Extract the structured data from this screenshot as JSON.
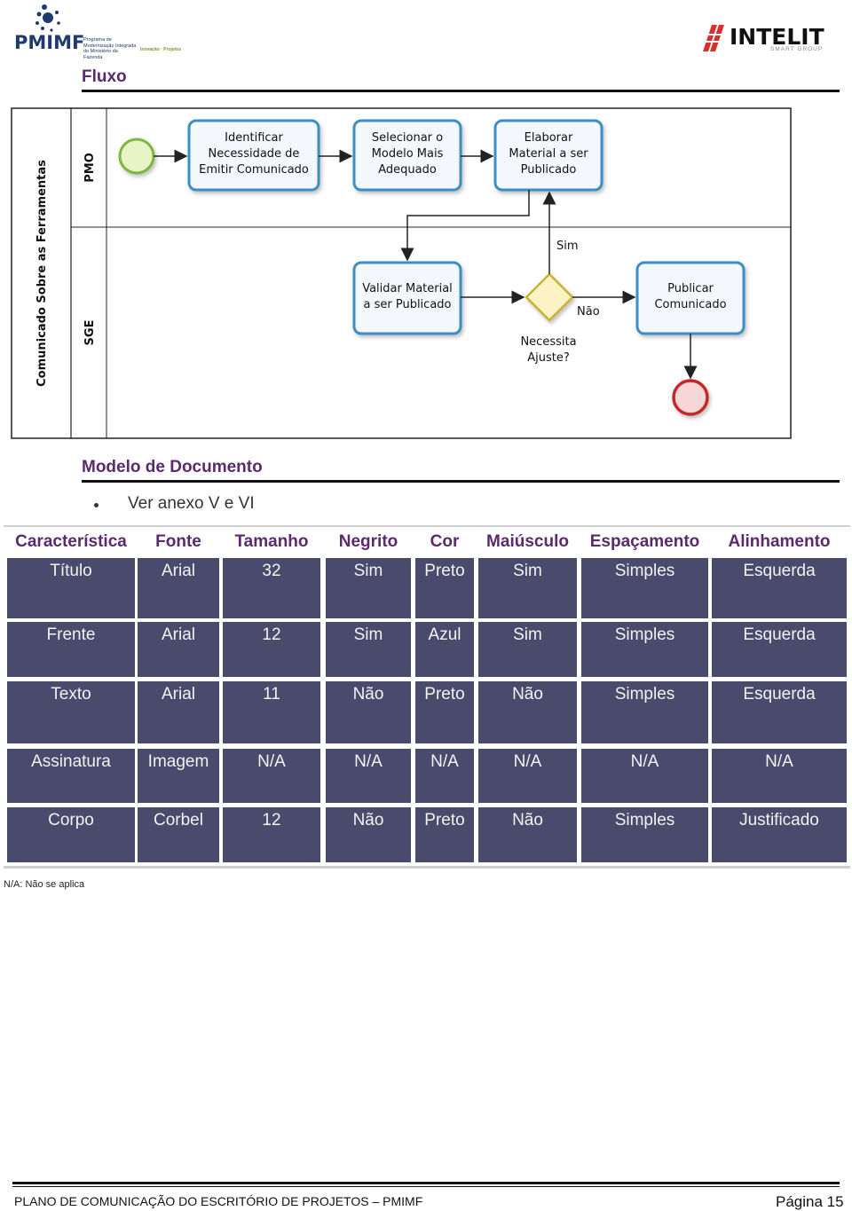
{
  "header": {
    "pmimf_logo_text": "PMIMF",
    "pmimf_logo_sub": "Programa de Modernização Integrada do Ministério da Fazenda",
    "pmimf_logo_tag": "Inovação · Projetos",
    "intelit_logo_text": "INTELIT",
    "intelit_logo_sub": "SMART GROUP"
  },
  "sections": {
    "fluxo": "Fluxo",
    "modelo": "Modelo de Documento"
  },
  "diagram": {
    "pool_label": "Comunicado Sobre as Ferramentas",
    "lane_top": "PMO",
    "lane_bottom": "SGE",
    "task1": [
      "Identificar",
      "Necessidade de",
      "Emitir Comunicado"
    ],
    "task2": [
      "Selecionar o",
      "Modelo Mais",
      "Adequado"
    ],
    "task3": [
      "Elaborar",
      "Material a ser",
      "Publicado"
    ],
    "task4": [
      "Validar Material",
      "a ser Publicado"
    ],
    "task5": [
      "Publicar",
      "Comunicado"
    ],
    "gateway": [
      "Necessita",
      "Ajuste?"
    ],
    "flow_yes": "Sim",
    "flow_no": "Não",
    "colors": {
      "task_border": "#3a8fc4",
      "start": "#8bc34a",
      "end": "#c62828",
      "gateway": "#f4e27a"
    }
  },
  "bullet": "Ver anexo V e VI",
  "table": {
    "headers": [
      "Característica",
      "Fonte",
      "Tamanho",
      "Negrito",
      "Cor",
      "Maiúsculo",
      "Espaçamento",
      "Alinhamento"
    ],
    "rows": [
      [
        "Título",
        "Arial",
        "32",
        "Sim",
        "Preto",
        "Sim",
        "Simples",
        "Esquerda"
      ],
      [
        "Frente",
        "Arial",
        "12",
        "Sim",
        "Azul",
        "Sim",
        "Simples",
        "Esquerda"
      ],
      [
        "Texto",
        "Arial",
        "11",
        "Não",
        "Preto",
        "Não",
        "Simples",
        "Esquerda"
      ],
      [
        "Assinatura",
        "Imagem",
        "N/A",
        "N/A",
        "N/A",
        "N/A",
        "N/A",
        "N/A"
      ],
      [
        "Corpo",
        "Corbel",
        "12",
        "Não",
        "Preto",
        "Não",
        "Simples",
        "Justificado"
      ]
    ],
    "cell_color": "#4a4a6c"
  },
  "note": "N/A: Não se aplica",
  "footer": {
    "left": "PLANO DE COMUNICAÇÃO DO ESCRITÓRIO DE PROJETOS – PMIMF",
    "right": "Página 15"
  }
}
